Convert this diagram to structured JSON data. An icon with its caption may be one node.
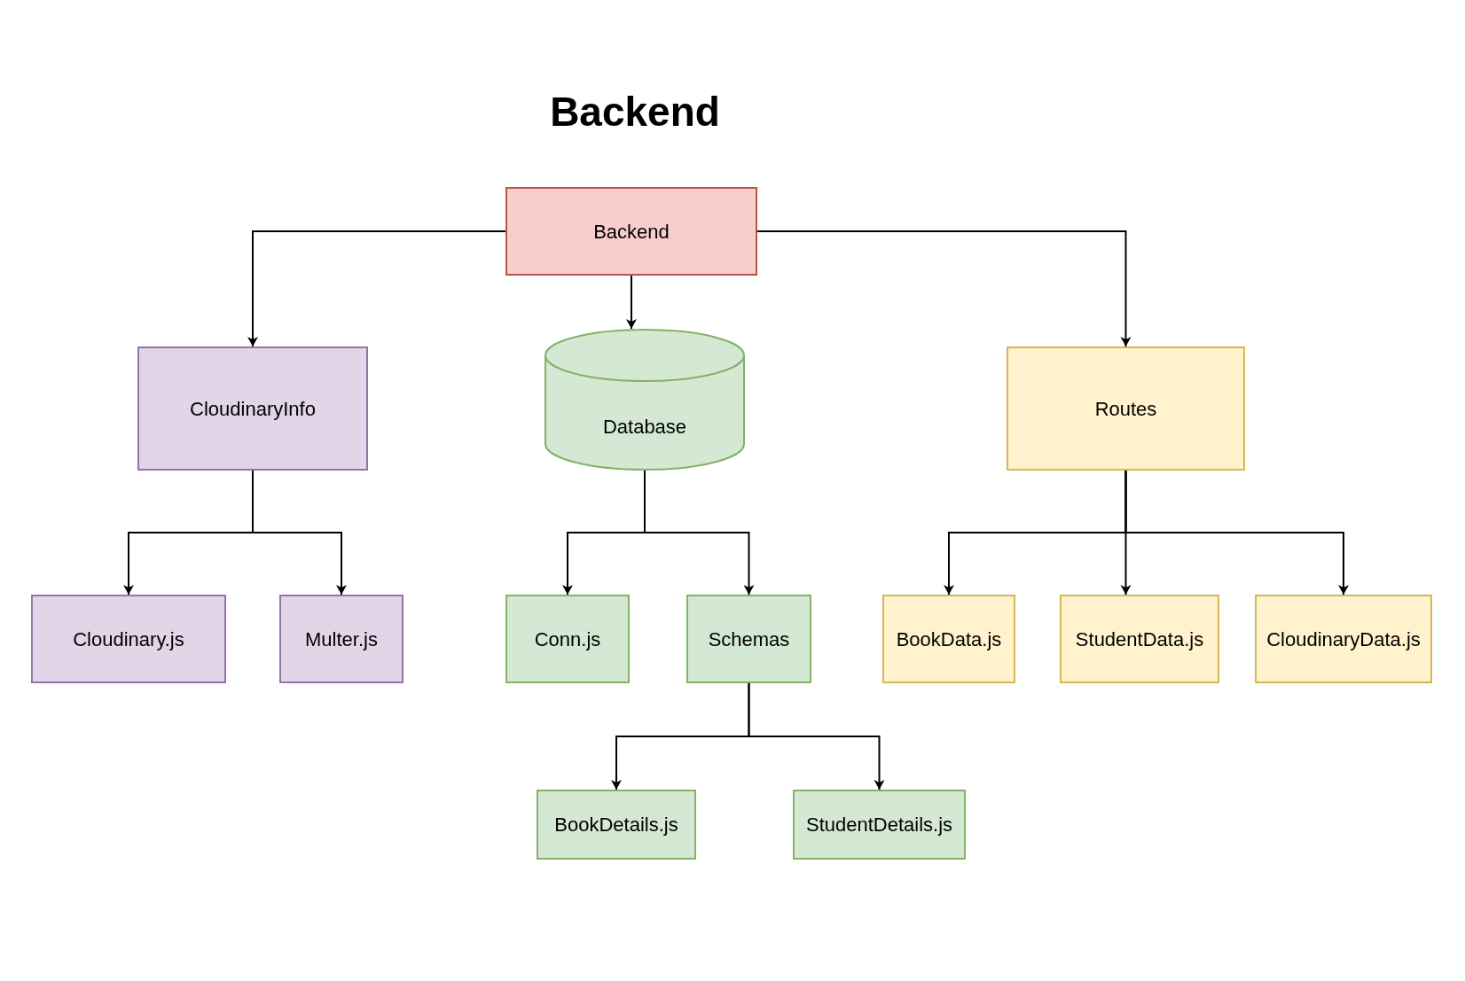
{
  "diagram": {
    "title": "Backend",
    "nodes": [
      {
        "text": [
          "Backend"
        ]
      },
      {
        "text": [
          "CloudinaryInfo"
        ]
      },
      {
        "text": [
          "Database"
        ]
      },
      {
        "text": [
          "Routes"
        ]
      },
      {
        "text": [
          "Cloudinary.js"
        ]
      },
      {
        "text": [
          "Multer.js"
        ]
      },
      {
        "text": [
          "Conn.js"
        ]
      },
      {
        "text": [
          "Schemas"
        ]
      },
      {
        "text": [
          "BookData.js"
        ]
      },
      {
        "text": [
          "StudentData.js"
        ]
      },
      {
        "text": [
          "CloudinaryData.js"
        ]
      },
      {
        "text": [
          "BookDetails.js"
        ]
      },
      {
        "text": [
          "StudentDetails.js"
        ]
      }
    ],
    "edges": [
      {
        "from": 0,
        "to": 1,
        "arrow": "to"
      },
      {
        "from": 0,
        "to": 2,
        "arrow": "to"
      },
      {
        "from": 0,
        "to": 3,
        "arrow": "to"
      },
      {
        "from": 1,
        "to": 4,
        "arrow": "to"
      },
      {
        "from": 1,
        "to": 5,
        "arrow": "to"
      },
      {
        "from": 2,
        "to": 6,
        "arrow": "to"
      },
      {
        "from": 2,
        "to": 7,
        "arrow": "to"
      },
      {
        "from": 3,
        "to": 8,
        "arrow": "to"
      },
      {
        "from": 3,
        "to": 9,
        "arrow": "to"
      },
      {
        "from": 3,
        "to": 10,
        "arrow": "to"
      },
      {
        "from": 7,
        "to": 11,
        "arrow": "to"
      },
      {
        "from": 7,
        "to": 12,
        "arrow": "to"
      }
    ]
  }
}
